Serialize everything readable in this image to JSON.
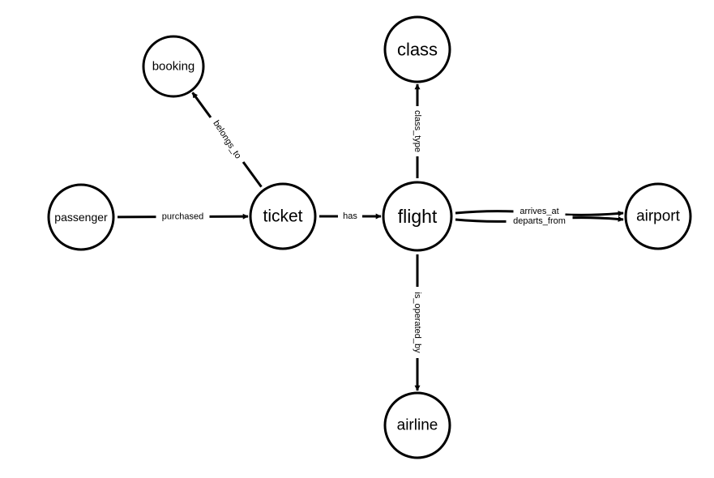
{
  "diagram": {
    "nodes": [
      {
        "id": "passenger",
        "label": "passenger"
      },
      {
        "id": "booking",
        "label": "booking"
      },
      {
        "id": "ticket",
        "label": "ticket"
      },
      {
        "id": "flight",
        "label": "flight"
      },
      {
        "id": "class",
        "label": "class"
      },
      {
        "id": "airport",
        "label": "airport"
      },
      {
        "id": "airline",
        "label": "airline"
      }
    ],
    "edges": [
      {
        "id": "purchased",
        "from": "passenger",
        "to": "ticket",
        "label": "purchased"
      },
      {
        "id": "belongs_to",
        "from": "ticket",
        "to": "booking",
        "label": "belongs_to"
      },
      {
        "id": "has",
        "from": "ticket",
        "to": "flight",
        "label": "has"
      },
      {
        "id": "class_type",
        "from": "flight",
        "to": "class",
        "label": "class_type"
      },
      {
        "id": "arrives_at",
        "from": "flight",
        "to": "airport",
        "label": "arrives_at"
      },
      {
        "id": "departs_from",
        "from": "flight",
        "to": "airport",
        "label": "departs_from"
      },
      {
        "id": "is_operated_by",
        "from": "flight",
        "to": "airline",
        "label": "is_operated_by"
      }
    ],
    "colors": {
      "stroke": "#000000",
      "fill": "#ffffff",
      "text": "#000000"
    }
  }
}
